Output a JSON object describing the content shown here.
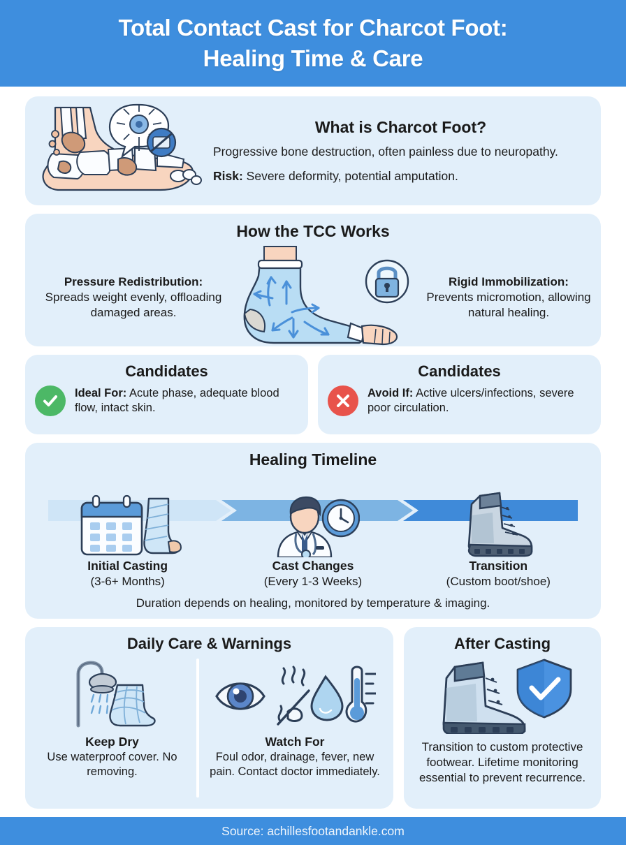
{
  "header": {
    "title_line1": "Total Contact Cast for Charcot Foot:",
    "title_line2": "Healing Time & Care",
    "bg_color": "#3e8ede"
  },
  "section_what": {
    "heading": "What is Charcot Foot?",
    "body": "Progressive bone destruction, often painless due to neuropathy.",
    "risk_label": "Risk:",
    "risk_text": "Severe deformity, potential amputation.",
    "art_name": "charcot-foot-xray-illustration"
  },
  "section_tcc": {
    "heading": "How the TCC Works",
    "left_label": "Pressure Redistribution:",
    "left_text": "Spreads weight evenly, offloading damaged areas.",
    "right_label": "Rigid Immobilization:",
    "right_text": "Prevents micromotion, allowing natural healing.",
    "art_name": "casted-foot-pressure-arrows"
  },
  "section_candidates": {
    "ideal": {
      "heading": "Candidates",
      "label": "Ideal For:",
      "text": "Acute phase, adequate blood flow, intact skin.",
      "icon": "check-circle-icon",
      "color": "#4cb866"
    },
    "avoid": {
      "heading": "Candidates",
      "label": "Avoid If:",
      "text": "Active ulcers/infections, severe poor circulation.",
      "icon": "x-circle-icon",
      "color": "#e8534b"
    }
  },
  "section_timeline": {
    "heading": "Healing Timeline",
    "steps": [
      {
        "title": "Initial Casting",
        "detail": "(3-6+ Months)",
        "icon": "calendar-and-casted-foot-icon",
        "bar_color": "#cfe5f7"
      },
      {
        "title": "Cast Changes",
        "detail": "(Every 1-3 Weeks)",
        "icon": "doctor-and-clock-icon",
        "bar_color": "#7db4e3"
      },
      {
        "title": "Transition",
        "detail": "(Custom boot/shoe)",
        "icon": "orthopedic-boot-icon",
        "bar_color": "#3f8ad9"
      }
    ],
    "footnote": "Duration depends on healing, monitored by temperature & imaging."
  },
  "section_daily_care": {
    "heading": "Daily Care & Warnings",
    "keep_dry": {
      "title": "Keep Dry",
      "text": "Use waterproof cover. No removing.",
      "icon": "shower-and-casted-sock-icon"
    },
    "watch_for": {
      "title": "Watch For",
      "text": "Foul odor, drainage, fever, new pain. Contact doctor immediately.",
      "icons": [
        "eye-icon",
        "odor-icon",
        "water-drop-icon",
        "thermometer-icon"
      ]
    }
  },
  "section_after": {
    "heading": "After Casting",
    "text": "Transition to custom protective footwear. Lifetime monitoring essential to prevent recurrence.",
    "icon": "boot-with-shield-check-icon"
  },
  "footer": {
    "source": "Source: achillesfootandankle.com",
    "bg_color": "#3e8ede"
  },
  "theme": {
    "card_bg": "#e2effa",
    "text": "#1a1a1a"
  }
}
